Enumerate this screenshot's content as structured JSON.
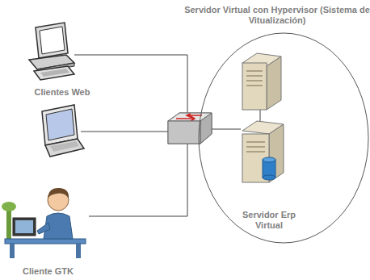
{
  "diagram": {
    "nodes": [
      {
        "text": [
          "Servidor Virtual con Hypervisor (Sistema de Vitualización)"
        ]
      },
      {
        "text": [
          "Servidor Erp Virtual"
        ],
        "in": 0
      },
      {
        "text": [
          "Clientes Web"
        ]
      },
      {
        "text": [
          "Cliente GTK"
        ]
      }
    ]
  }
}
